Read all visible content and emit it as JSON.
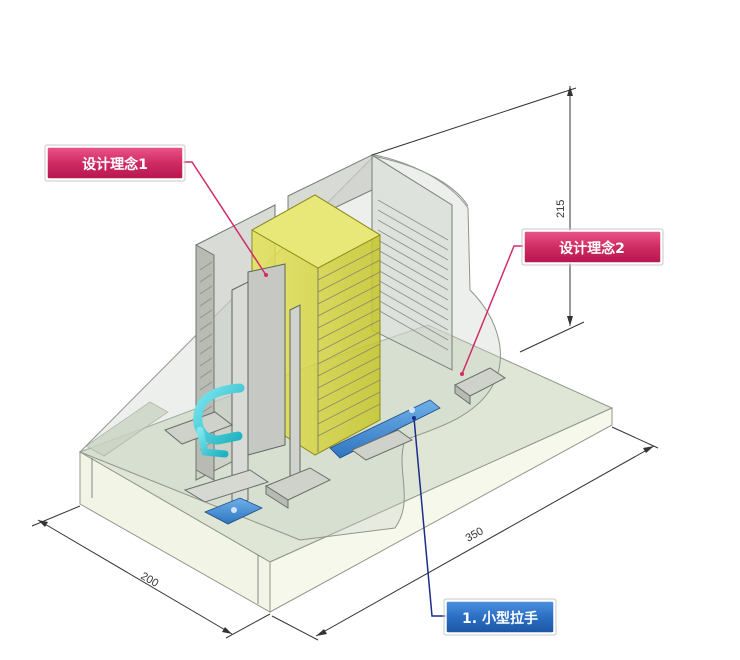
{
  "callouts": {
    "concept1": "设计理念1",
    "concept2": "设计理念2",
    "handle": "1. 小型拉手"
  },
  "dimensions": {
    "width": "200",
    "length": "350",
    "height": "215"
  },
  "colors": {
    "callout_red": "#d02b63",
    "callout_blue": "#2a6fc4",
    "leader_red": "#d22a6a",
    "leader_blue": "#1a2e8a",
    "rack_yellow": "#d6d62a",
    "rail_blue": "#3c88d2",
    "pipe_cyan": "#39c9d6",
    "base_green": "#dfe6d6"
  }
}
